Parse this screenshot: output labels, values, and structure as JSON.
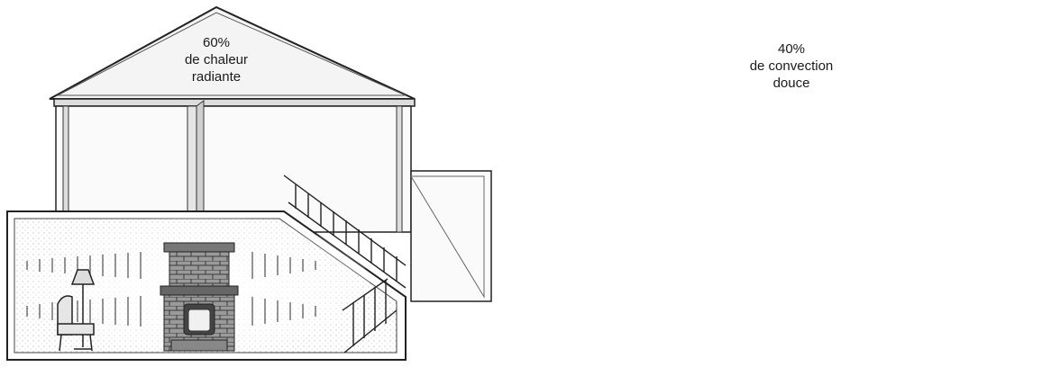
{
  "left_panel": {
    "label_percent": "60%",
    "label_line1": "de chaleur",
    "label_line2": "radiante"
  },
  "right_panel": {
    "label_percent": "40%",
    "label_line1": "de convection",
    "label_line2": "douce"
  },
  "colors": {
    "line": "#222222",
    "wall_fill": "#ffffff",
    "stipple": "#9a9a9a",
    "arrow_fill": "#d9d9d9",
    "arrow_stroke": "#555555"
  },
  "icons": [
    "masonry-heater-icon",
    "armchair-icon",
    "floor-lamp-icon",
    "staircase-icon",
    "convection-arrow-icon",
    "radiant-heat-lines-icon"
  ]
}
